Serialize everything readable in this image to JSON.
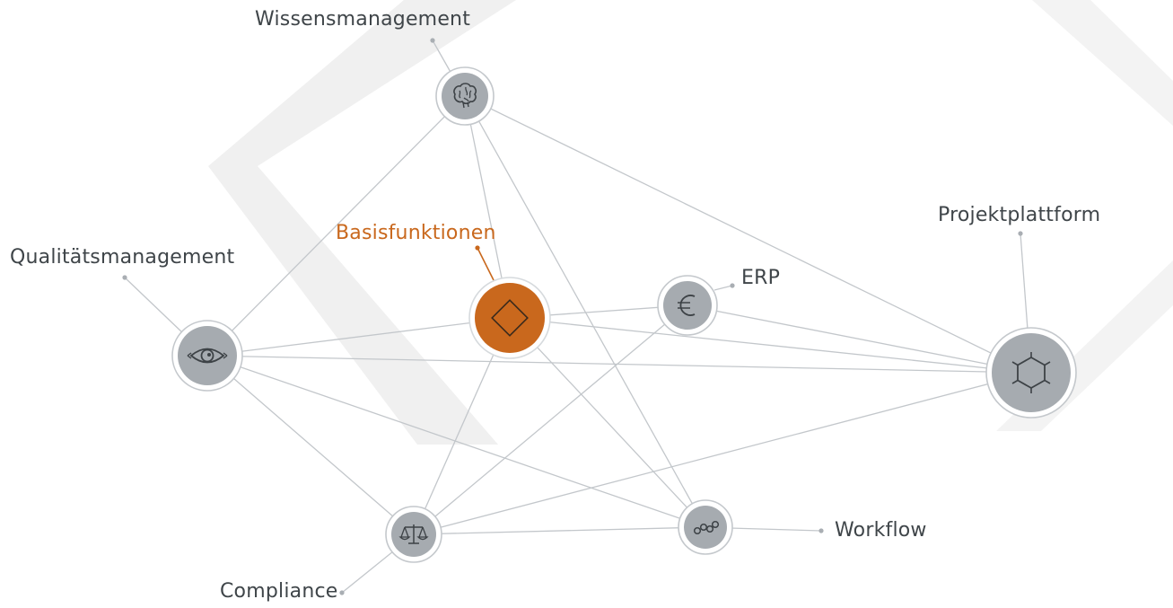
{
  "colors": {
    "line": "#c3c7cb",
    "node_fill": "#a6abb0",
    "node_ring": "#c4c8cc",
    "accent": "#c9681d",
    "label": "#3f4549",
    "watermark": "#f0f0f0"
  },
  "nodes": [
    {
      "id": "wissensmanagement",
      "label": "Wissensmanagement",
      "icon": "brain-icon"
    },
    {
      "id": "qualitaetsmanagement",
      "label": "Qualitätsmanagement",
      "icon": "eye-icon"
    },
    {
      "id": "basisfunktionen",
      "label": "Basisfunktionen",
      "icon": "diamond-icon"
    },
    {
      "id": "erp",
      "label": "ERP",
      "icon": "euro-icon"
    },
    {
      "id": "projektplattform",
      "label": "Projektplattform",
      "icon": "hexagon-network-icon"
    },
    {
      "id": "compliance",
      "label": "Compliance",
      "icon": "scales-icon"
    },
    {
      "id": "workflow",
      "label": "Workflow",
      "icon": "chain-links-icon"
    }
  ],
  "edges": [
    [
      "wissensmanagement",
      "qualitaetsmanagement"
    ],
    [
      "wissensmanagement",
      "basisfunktionen"
    ],
    [
      "wissensmanagement",
      "workflow"
    ],
    [
      "wissensmanagement",
      "projektplattform"
    ],
    [
      "qualitaetsmanagement",
      "basisfunktionen"
    ],
    [
      "qualitaetsmanagement",
      "projektplattform"
    ],
    [
      "qualitaetsmanagement",
      "compliance"
    ],
    [
      "qualitaetsmanagement",
      "workflow"
    ],
    [
      "basisfunktionen",
      "erp"
    ],
    [
      "basisfunktionen",
      "projektplattform"
    ],
    [
      "basisfunktionen",
      "compliance"
    ],
    [
      "basisfunktionen",
      "workflow"
    ],
    [
      "erp",
      "projektplattform"
    ],
    [
      "erp",
      "compliance"
    ],
    [
      "compliance",
      "workflow"
    ],
    [
      "compliance",
      "projektplattform"
    ]
  ]
}
